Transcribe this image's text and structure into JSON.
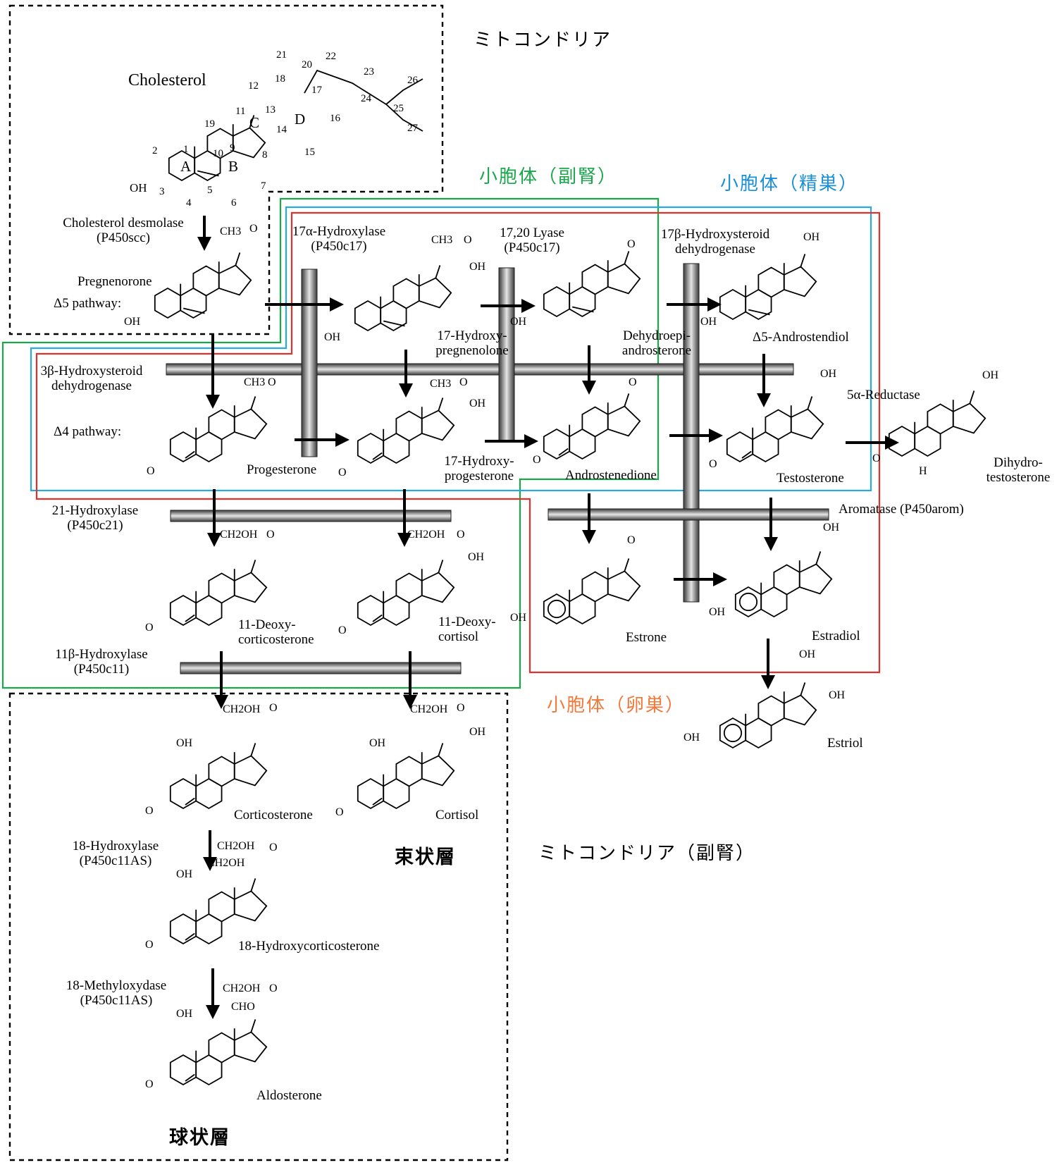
{
  "colors": {
    "mito_border": "#000000",
    "adrenal": "#1aa64a",
    "testis": "#29a9e0",
    "ovary": "#e0322c",
    "ovary_text": "#f07a3c",
    "testis_text": "#1a8fd6",
    "adrenal_text": "#1aa64a"
  },
  "regions": {
    "mitochondria": "ミトコンドリア",
    "er_adrenal": "小胞体（副腎）",
    "er_testis": "小胞体（精巣）",
    "er_ovary": "小胞体（卵巣）",
    "mitochondria_adrenal": "ミトコンドリア（副腎）",
    "zona_fasciculata": "束状層",
    "zona_glomerulosa": "球状層"
  },
  "cholesterol": {
    "name": "Cholesterol",
    "rings": [
      "A",
      "B",
      "C",
      "D"
    ],
    "numbers": [
      "1",
      "2",
      "3",
      "4",
      "5",
      "6",
      "7",
      "8",
      "9",
      "10",
      "11",
      "12",
      "13",
      "14",
      "15",
      "16",
      "17",
      "18",
      "19",
      "20",
      "21",
      "22",
      "23",
      "24",
      "25",
      "26",
      "27"
    ],
    "oh": "OH"
  },
  "enzymes": {
    "desmolase": [
      "Cholesterol desmolase",
      "(P450scc)"
    ],
    "hydroxylase17a": [
      "17α-Hydroxylase",
      "(P450c17)"
    ],
    "lyase": [
      "17,20 Lyase",
      "(P450c17)"
    ],
    "hsd17b": [
      "17β-Hydroxysteroid",
      "dehydrogenase"
    ],
    "hsd3b": [
      "3β-Hydroxysteroid",
      "dehydrogenase"
    ],
    "reductase5a": "5α-Reductase",
    "hydroxylase21": [
      "21-Hydroxylase",
      "(P450c21)"
    ],
    "aromatase": "Aromatase (P450arom)",
    "hydroxylase11b": [
      "11β-Hydroxylase",
      "(P450c11)"
    ],
    "hydroxylase18": [
      "18-Hydroxylase",
      "(P450c11AS)"
    ],
    "methyloxydase18": [
      "18-Methyloxydase",
      "(P450c11AS)"
    ]
  },
  "pathways": {
    "delta5": "Δ5 pathway:",
    "delta4": "Δ4 pathway:"
  },
  "compounds": {
    "pregnenolone": "Pregnenorone",
    "hydroxypregnenolone": [
      "17-Hydroxy-",
      "pregnenolone"
    ],
    "dhea": [
      "Dehydroepi-",
      "androsterone"
    ],
    "androstenediol": "Δ5-Androstendiol",
    "progesterone": "Progesterone",
    "hydroxyprogesterone": [
      "17-Hydroxy-",
      "progesterone"
    ],
    "androstenedione": "Androstenedione",
    "testosterone": "Testosterone",
    "dht": [
      "Dihydro-",
      "testosterone"
    ],
    "deoxycorticosterone": [
      "11-Deoxy-",
      "corticosterone"
    ],
    "deoxycortisol": [
      "11-Deoxy-",
      "cortisol"
    ],
    "estrone": "Estrone",
    "estradiol": "Estradiol",
    "estriol": "Estriol",
    "corticosterone": "Corticosterone",
    "cortisol": "Cortisol",
    "hydroxycorticosterone": "18-Hydroxycorticosterone",
    "aldosterone": "Aldosterone"
  },
  "groups": {
    "oh": "OH",
    "o": "O",
    "h": "H",
    "ch3": "CH3",
    "ch2oh": "CH2OH",
    "cho": "CHO"
  }
}
